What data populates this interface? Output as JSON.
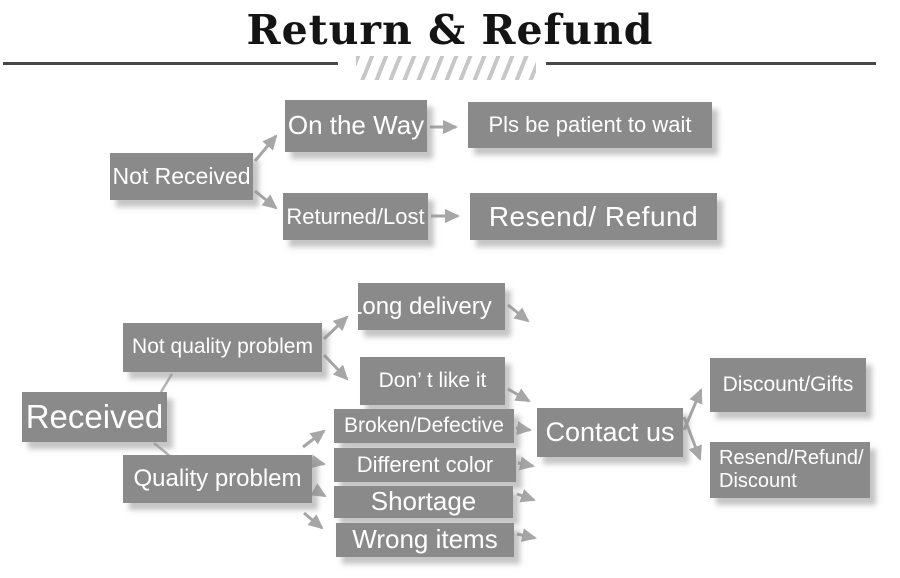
{
  "title": "Return & Refund",
  "colors": {
    "box": "#8a8a8a",
    "box_text": "#ffffff",
    "arrow": "#a6a6a6",
    "connector_line": "#b5b5b5",
    "title_text": "#141414",
    "rule": "#474747",
    "hatch": "#c7c7c7",
    "background": "#ffffff"
  },
  "nodes": {
    "not_received": "Not Received",
    "on_the_way": "On the Way",
    "pls_be_patient": "Pls be patient to wait",
    "returned_lost": "Returned/Lost",
    "resend_refund": "Resend/ Refund",
    "received": "Received",
    "not_quality_problem": "Not quality problem",
    "long_delivery": "Long delivery",
    "dont_like_it": "Don’ t like it",
    "quality_problem": "Quality problem",
    "broken_defective": "Broken/Defective",
    "different_color": "Different color",
    "shortage": "Shortage",
    "wrong_items": "Wrong items",
    "contact_us": "Contact us",
    "resend_refund_discount_line1": "Resend/Refund/",
    "resend_refund_discount_line2": "Discount",
    "discount_gifts": "Discount/Gifts"
  }
}
